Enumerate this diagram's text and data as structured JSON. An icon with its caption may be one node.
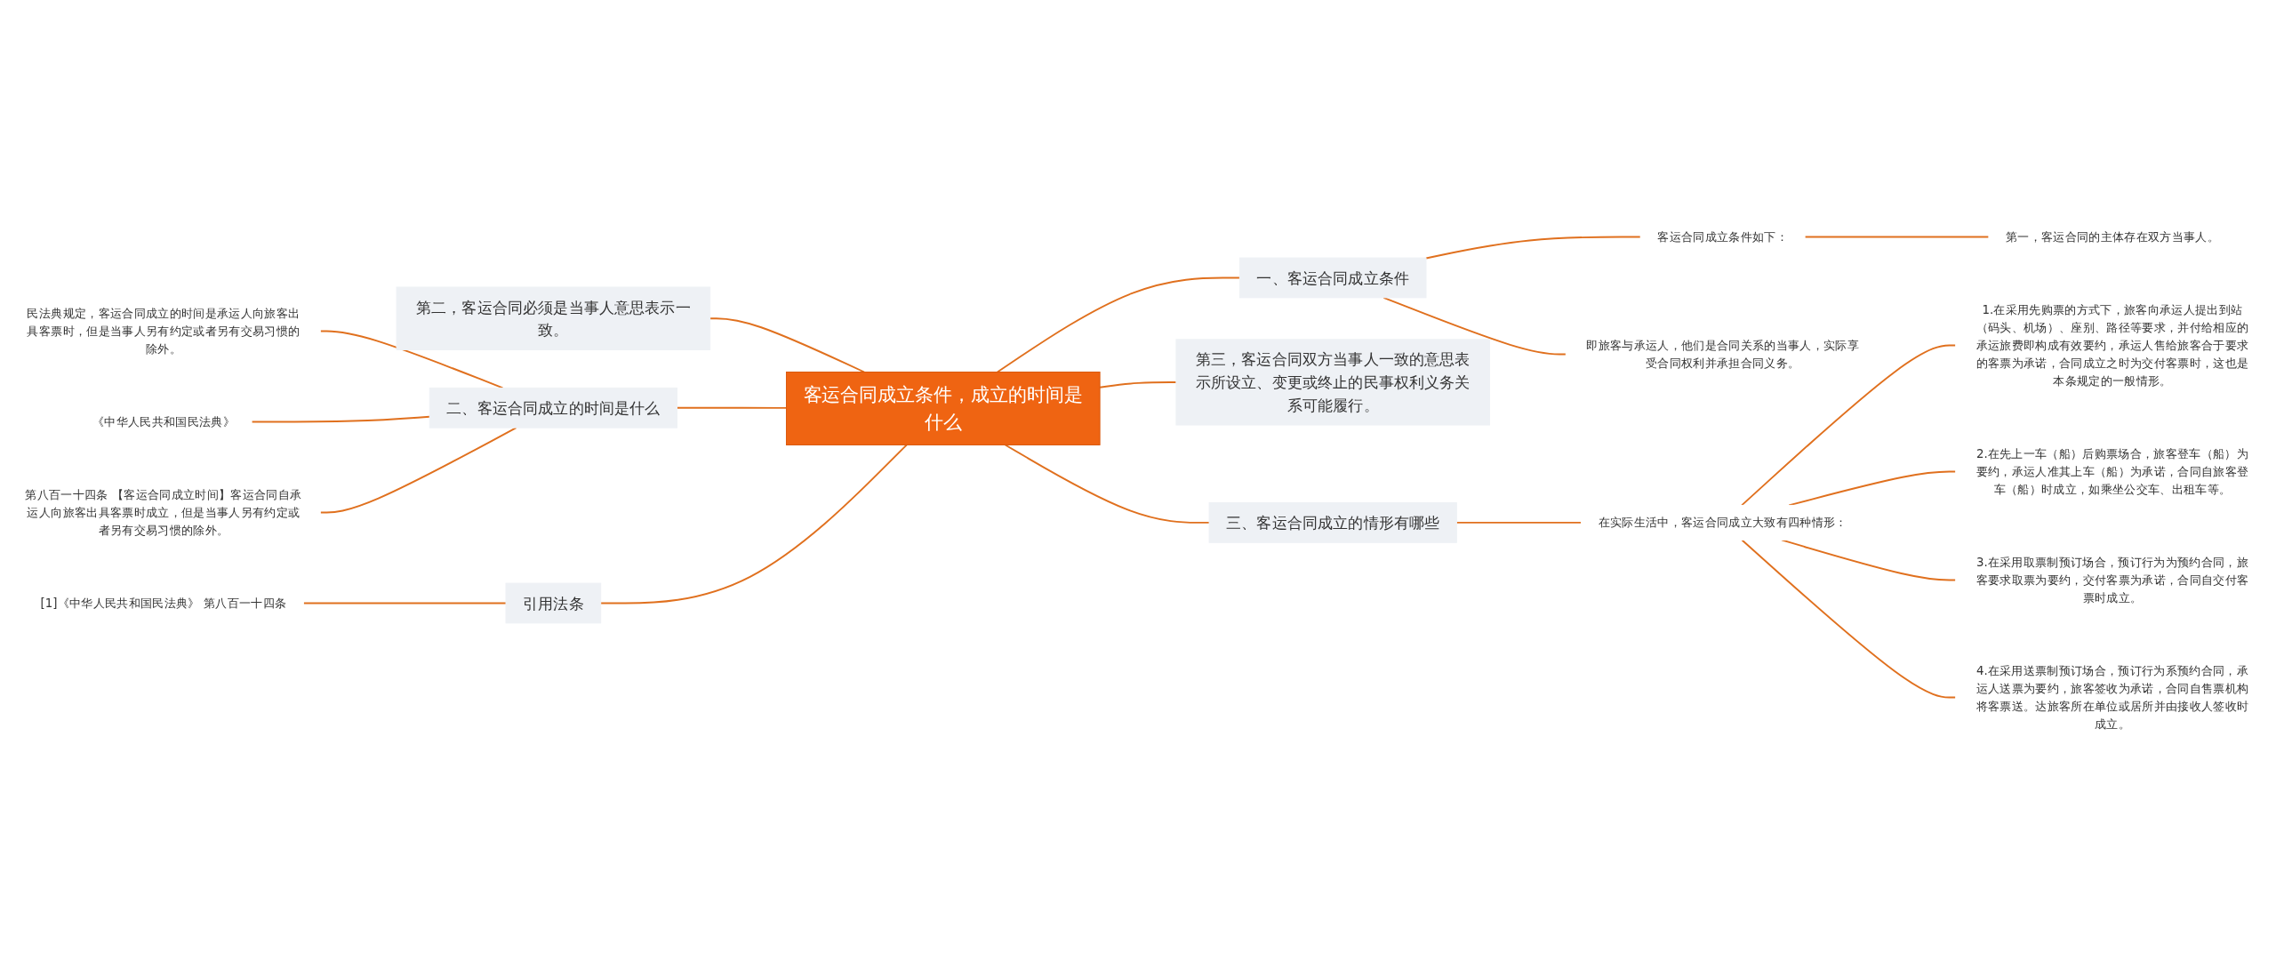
{
  "diagram": {
    "nodes": [
      {
        "text": [
          "客运合同成立条件，成立的时间是什么"
        ]
      },
      {
        "text": [
          "第二，客运合同必须是当事人意思表示一致。"
        ]
      },
      {
        "text": [
          "二、客运合同成立的时间是什么"
        ]
      },
      {
        "text": [
          "民法典规定，客运合同成立的时间是承运人向旅客出具客票时，但是当事人另有约定或者另有交易习惯的除外。"
        ]
      },
      {
        "text": [
          "《中华人民共和国民法典》"
        ]
      },
      {
        "text": [
          "第八百一十四条 【客运合同成立时间】客运合同自承运人向旅客出具客票时成立，但是当事人另有约定或者另有交易习惯的除外。"
        ]
      },
      {
        "text": [
          "引用法条"
        ]
      },
      {
        "text": [
          "[1]《中华人民共和国民法典》 第八百一十四条"
        ]
      },
      {
        "text": [
          "一、客运合同成立条件"
        ]
      },
      {
        "text": [
          "客运合同成立条件如下："
        ]
      },
      {
        "text": [
          "第一，客运合同的主体存在双方当事人。"
        ]
      },
      {
        "text": [
          "即旅客与承运人，他们是合同关系的当事人，实际享受合同权利并承担合同义务。"
        ]
      },
      {
        "text": [
          "第三，客运合同双方当事人一致的意思表示所设立、变更或终止的民事权利义务关系可能履行。"
        ]
      },
      {
        "text": [
          "三、客运合同成立的情形有哪些"
        ]
      },
      {
        "text": [
          "在实际生活中，客运合同成立大致有四种情形："
        ]
      },
      {
        "text": [
          "1.在采用先购票的方式下，旅客向承运人提出到站（码头、机场）、座别、路径等要求，并付给相应的承运旅费即构成有效要约，承运人售给旅客合于要求的客票为承诺，合同成立之时为交付客票时，这也是本条规定的一般情形。"
        ]
      },
      {
        "text": [
          "2.在先上一车（船）后购票场合，旅客登车（船）为要约，承运人准其上车（船）为承诺，合同自旅客登车（船）时成立，如乘坐公交车、出租车等。"
        ]
      },
      {
        "text": [
          "3.在采用取票制预订场合，预订行为为预约合同，旅客要求取票为要约，交付客票为承诺，合同自交付客票时成立。"
        ]
      },
      {
        "text": [
          "4.在采用送票制预订场合，预订行为系预约合同，承运人送票为要约，旅客签收为承诺，合同自售票机构将客票送。达旅客所在单位或居所并由接收人签收时成立。"
        ]
      }
    ],
    "edges": [
      {
        "from": 0,
        "to": 1,
        "arrow": "none"
      },
      {
        "from": 0,
        "to": 2,
        "arrow": "none"
      },
      {
        "from": 2,
        "to": 3,
        "arrow": "none"
      },
      {
        "from": 2,
        "to": 4,
        "arrow": "none"
      },
      {
        "from": 2,
        "to": 5,
        "arrow": "none"
      },
      {
        "from": 0,
        "to": 6,
        "arrow": "none"
      },
      {
        "from": 6,
        "to": 7,
        "arrow": "none"
      },
      {
        "from": 0,
        "to": 8,
        "arrow": "none"
      },
      {
        "from": 8,
        "to": 9,
        "arrow": "none"
      },
      {
        "from": 9,
        "to": 10,
        "arrow": "none"
      },
      {
        "from": 8,
        "to": 11,
        "arrow": "none"
      },
      {
        "from": 0,
        "to": 12,
        "arrow": "none"
      },
      {
        "from": 0,
        "to": 13,
        "arrow": "none"
      },
      {
        "from": 13,
        "to": 14,
        "arrow": "none"
      },
      {
        "from": 14,
        "to": 15,
        "arrow": "none"
      },
      {
        "from": 14,
        "to": 16,
        "arrow": "none"
      },
      {
        "from": 14,
        "to": 17,
        "arrow": "none"
      },
      {
        "from": 14,
        "to": 18,
        "arrow": "none"
      }
    ]
  }
}
